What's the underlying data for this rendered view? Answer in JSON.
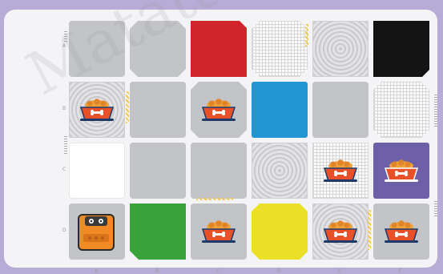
{
  "board": {
    "row_labels": [
      "A",
      "B",
      "C",
      "D"
    ],
    "col_labels": [
      "A",
      "B",
      "C",
      "D",
      "E",
      "F"
    ],
    "tiles": [
      {
        "r": 0,
        "c": 0,
        "kind": "gray",
        "item": ""
      },
      {
        "r": 0,
        "c": 1,
        "kind": "gray-octagon",
        "item": ""
      },
      {
        "r": 0,
        "c": 2,
        "kind": "red",
        "item": ""
      },
      {
        "r": 0,
        "c": 3,
        "kind": "white-grid-octagon",
        "item": ""
      },
      {
        "r": 0,
        "c": 4,
        "kind": "gray-spiral",
        "item": ""
      },
      {
        "r": 0,
        "c": 5,
        "kind": "black",
        "item": ""
      },
      {
        "r": 1,
        "c": 0,
        "kind": "gray-spiral",
        "item": "food-bowl"
      },
      {
        "r": 1,
        "c": 1,
        "kind": "gray",
        "item": ""
      },
      {
        "r": 1,
        "c": 2,
        "kind": "gray-octagon",
        "item": "food-bowl"
      },
      {
        "r": 1,
        "c": 3,
        "kind": "blue",
        "item": ""
      },
      {
        "r": 1,
        "c": 4,
        "kind": "gray",
        "item": ""
      },
      {
        "r": 1,
        "c": 5,
        "kind": "white-grid-octagon",
        "item": ""
      },
      {
        "r": 2,
        "c": 0,
        "kind": "white",
        "item": ""
      },
      {
        "r": 2,
        "c": 1,
        "kind": "gray",
        "item": ""
      },
      {
        "r": 2,
        "c": 2,
        "kind": "gray",
        "item": ""
      },
      {
        "r": 2,
        "c": 3,
        "kind": "gray-spiral",
        "item": ""
      },
      {
        "r": 2,
        "c": 4,
        "kind": "white-grid",
        "item": "food-bowl"
      },
      {
        "r": 2,
        "c": 5,
        "kind": "purple",
        "item": "food-bowl"
      },
      {
        "r": 3,
        "c": 0,
        "kind": "gray",
        "item": "pet-carrier"
      },
      {
        "r": 3,
        "c": 1,
        "kind": "green",
        "item": ""
      },
      {
        "r": 3,
        "c": 2,
        "kind": "gray",
        "item": "food-bowl"
      },
      {
        "r": 3,
        "c": 3,
        "kind": "yellow-octagon",
        "item": ""
      },
      {
        "r": 3,
        "c": 4,
        "kind": "gray-spiral",
        "item": "food-bowl"
      },
      {
        "r": 3,
        "c": 5,
        "kind": "gray",
        "item": "food-bowl"
      }
    ]
  },
  "colors": {
    "background": "#b7acd6",
    "board": "#f4f4f6",
    "red": "#d0262b",
    "blue": "#2196d3",
    "green": "#3aa23a",
    "yellow": "#ecdf28",
    "purple": "#6d5fa8",
    "black": "#141414",
    "bowl": "#e8502a",
    "carrier": "#f08a24"
  },
  "icons": {
    "food_bowl": "dog-food-bowl-icon",
    "carrier": "pet-carrier-icon"
  },
  "watermark": "Matatalab Etc"
}
